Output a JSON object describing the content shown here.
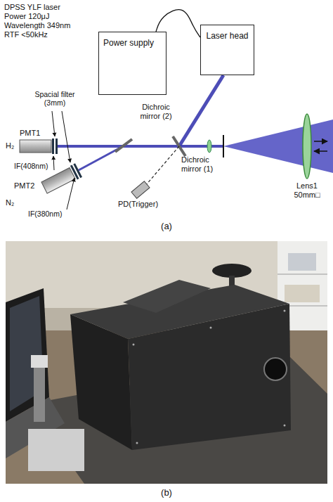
{
  "diagram": {
    "nodes": [
      {
        "text": [
          "Power supply"
        ]
      },
      {
        "text": [
          "Laser head"
        ]
      }
    ],
    "edges": [
      {
        "from": 0,
        "to": 1,
        "arrow": "none"
      }
    ],
    "labels": [
      "DPSS YLF laser",
      "Power 120μJ",
      "Wavelength 349nm",
      "RTF <50kHz",
      "Spacial filter (3mm)",
      "Dichroic mirror (2)",
      "PMT1",
      "H₂",
      "IF(408nm)",
      "PMT2",
      "N₂",
      "IF(380nm)",
      "Dichroic mirror (1)",
      "PD(Trigger)",
      "Lens1 50mm□",
      "(a)",
      "(b)"
    ]
  }
}
